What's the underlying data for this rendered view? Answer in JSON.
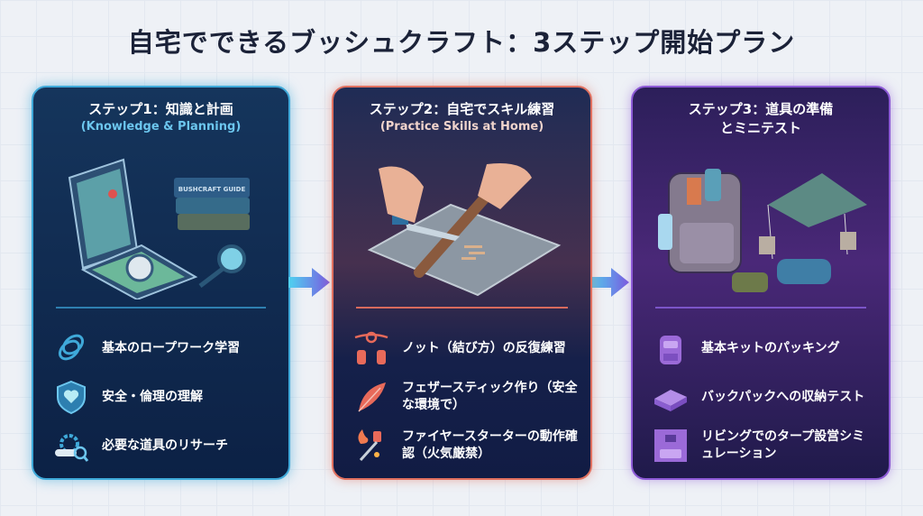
{
  "title": "自宅でできるブッシュクラフト：3ステップ開始プラン",
  "steps": [
    {
      "heading": "ステップ1：知識と計画",
      "subtitle": "(Knowledge & Planning)",
      "book_label": "BUSHCRAFT GUIDE",
      "accent": "#3fa9d9",
      "items": [
        {
          "text": "基本のロープワーク学習",
          "icon": "rope-icon"
        },
        {
          "text": "安全・倫理の理解",
          "icon": "shield-heart-icon"
        },
        {
          "text": "必要な道具のリサーチ",
          "icon": "gear-search-icon"
        }
      ]
    },
    {
      "heading": "ステップ2：自宅でスキル練習",
      "subtitle": "(Practice Skills at Home)",
      "accent": "#e0705f",
      "items": [
        {
          "text": "ノット（結び方）の反復練習",
          "icon": "knot-icon"
        },
        {
          "text": "フェザースティック作り（安全な環境で）",
          "icon": "feather-icon"
        },
        {
          "text": "ファイヤースターターの動作確認（火気厳禁）",
          "icon": "fire-starter-icon"
        }
      ]
    },
    {
      "heading": "ステップ3：道具の準備とミニテスト",
      "accent": "#8d5ad6",
      "items": [
        {
          "text": "基本キットのパッキング",
          "icon": "backpack-icon"
        },
        {
          "text": "バックパックへの収納テスト",
          "icon": "folded-cloth-icon"
        },
        {
          "text": "リビングでのタープ設営シミュレーション",
          "icon": "living-room-icon"
        }
      ]
    }
  ]
}
